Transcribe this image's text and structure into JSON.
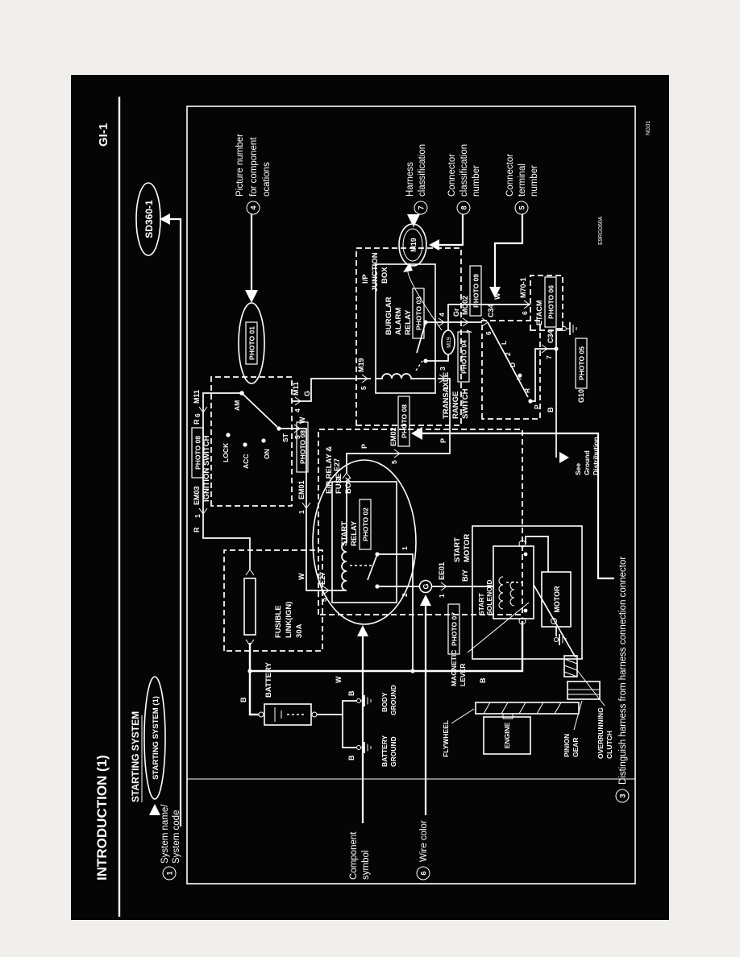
{
  "header": {
    "title": "INTRODUCTION (1)",
    "page_code": "GI-1"
  },
  "titles": {
    "system_group": "STARTING SYSTEM",
    "system_name": "STARTING SYSTEM (1)",
    "system_code": "SD360-1",
    "figure_code": "E9RG060A",
    "corner_code": "NG01"
  },
  "callouts": {
    "c1": {
      "num": "1",
      "lines": [
        "System name/",
        "System code"
      ]
    },
    "c3": {
      "num": "3",
      "text": "Distinguish harness from harness connection connector"
    },
    "c4": {
      "num": "4",
      "lines": [
        "Picture number",
        "for component",
        "ocations"
      ]
    },
    "c5": {
      "num": "5",
      "lines": [
        "Connector",
        "terminal",
        "number"
      ]
    },
    "c6": {
      "num": "6",
      "text": "Wire color"
    },
    "c7": {
      "num": "7",
      "lines": [
        "Harness",
        "classification"
      ]
    },
    "c8": {
      "num": "8",
      "lines": [
        "Connector",
        "classification",
        "number"
      ]
    },
    "component_symbol": {
      "lines": [
        "Component",
        "symbol"
      ]
    }
  },
  "photos": {
    "p01": "PHOTO 01",
    "p02": "PHOTO 02",
    "p03": "PHOTO 03",
    "p04": "PHOTO 04",
    "p05": "PHOTO 05",
    "p06": "PHOTO 06",
    "p07": "PHOTO 07",
    "p08": "PHOTO 08",
    "p09": "PHOTO 09"
  },
  "components": {
    "battery": "BATTERY",
    "battery_ground": [
      "BATTERY",
      "GROUND"
    ],
    "body_ground": [
      "BODY",
      "GROUND"
    ],
    "fusible_link": [
      "FUSIBLE",
      "LINK(IGN)",
      "30A"
    ],
    "ignition_switch": "IGNITION SWITCH",
    "ignition_positions": [
      "LOCK",
      "ACC",
      "ON",
      "ST",
      "AM"
    ],
    "er_box": [
      "E/R RELAY &",
      "FUSE",
      "BOX"
    ],
    "start_relay": [
      "START",
      "RELAY"
    ],
    "ip_box": [
      "I/P",
      "JUNCTION",
      "BOX"
    ],
    "burglar_relay": [
      "BURGLAR",
      "ALARM",
      "RELAY"
    ],
    "transaxle_switch": [
      "TRANSAXLE",
      "RANGE",
      "SWITCH"
    ],
    "gear_positions": [
      "P",
      "R",
      "N",
      "D",
      "2",
      "L"
    ],
    "etacm": "ETACM",
    "see_ground": [
      "See",
      "Ground",
      "Distribution"
    ],
    "start_motor": [
      "START",
      "MOTOR"
    ],
    "start_solenoid": [
      "START",
      "SOLENOID"
    ],
    "motor": "MOTOR",
    "magnetic_lever": [
      "MAGNETIC",
      "LEVER"
    ],
    "overrunning_clutch": [
      "OVERRUNNING",
      "CLUTCH"
    ],
    "flywheel": "FLYWHEEL",
    "engine": "ENGINE",
    "pinion_gear": [
      "PINION",
      "GEAR"
    ]
  },
  "connectors": {
    "m11": "M11",
    "m19": "M19",
    "e27": "E27",
    "c34": "C34",
    "em01": "EM01",
    "em02": "EM02",
    "em03": "EM03",
    "ee01": "EE01",
    "mc02": "MC02",
    "m70_1": "M70-1",
    "g10": "G10"
  },
  "terminals": {
    "n1": "1",
    "n2": "2",
    "n3": "3",
    "n4": "4",
    "n5": "5",
    "n6": "6",
    "n7": "7"
  },
  "wire_colors": {
    "b": "B",
    "w": "W",
    "r": "R",
    "g": "G",
    "p": "P",
    "gr": "Gr",
    "by": "B/Y"
  },
  "colors": {
    "page": "#f1efec",
    "ink": "#ffffff",
    "paper_black": "#050505"
  }
}
